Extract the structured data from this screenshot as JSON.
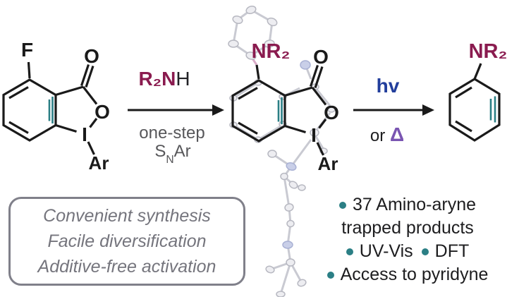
{
  "molecules": {
    "reactant": {
      "fluorine": "F",
      "carbonyl_oxygen": "O",
      "ring_oxygen": "O",
      "iodine": "I",
      "aryl": "Ar"
    },
    "intermediate": {
      "amine": "NR₂",
      "carbonyl_oxygen": "O",
      "ring_oxygen": "O",
      "iodine": "I",
      "aryl": "Ar"
    },
    "product": {
      "amine": "NR₂"
    }
  },
  "step1": {
    "reagent_amine": "R₂N",
    "reagent_h": "H",
    "condition_line1": "one-step",
    "snar_s": "S",
    "snar_sub": "N",
    "snar_ar": "Ar"
  },
  "step2": {
    "light": "hv",
    "or": "or",
    "delta": "Δ"
  },
  "highlights": {
    "lines": [
      "Convenient synthesis",
      "Facile diversification",
      "Additive-free activation"
    ]
  },
  "key_results": {
    "line1": "37 Amino-aryne",
    "line2": "trapped products",
    "line3a": "UV-Vis",
    "line3b": "DFT",
    "line4": "Access to pyridyne"
  },
  "colors": {
    "maroon": "#8a1b4f",
    "teal": "#2b7f85",
    "blue": "#223e9c",
    "purple": "#7a55b2",
    "condition_gray": "#57575a",
    "box_text": "#75757d",
    "box_border": "#80808a",
    "structure_black": "#1a1a1a",
    "crystal_gray": "#c9cad2",
    "crystal_blue": "#c9cfe8"
  }
}
